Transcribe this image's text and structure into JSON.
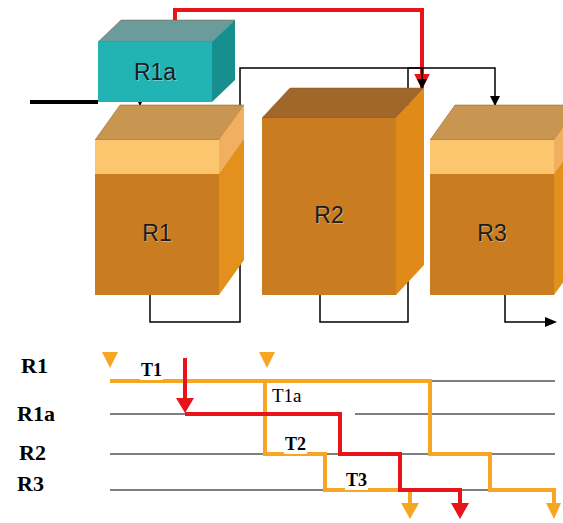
{
  "diagram": {
    "nodes": [
      {
        "text": [
          "R1a"
        ]
      },
      {
        "text": [
          "R1"
        ]
      },
      {
        "text": [
          "R2"
        ]
      },
      {
        "text": [
          "R3"
        ]
      }
    ],
    "edges": [
      {
        "from": 0,
        "to": 1,
        "arrow": "to"
      },
      {
        "from": 0,
        "to": 2,
        "arrow": "to"
      },
      {
        "from": 1,
        "to": 2,
        "arrow": "to"
      },
      {
        "from": 2,
        "to": 3,
        "arrow": "to"
      }
    ],
    "labels": [
      "R1",
      "T1",
      "R1a",
      "T1a",
      "R2",
      "T2",
      "R3",
      "T3"
    ]
  }
}
